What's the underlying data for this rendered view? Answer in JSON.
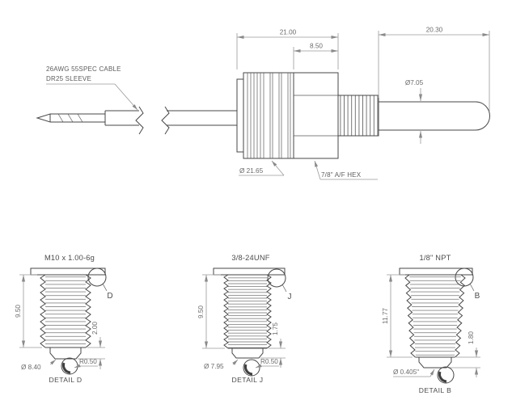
{
  "main_view": {
    "cable_note_line1": "26AWG 55SPEC CABLE",
    "cable_note_line2": "DR25 SLEEVE",
    "dim_body_length": "21.00",
    "dim_hex_width": "8.50",
    "dim_probe_length": "20.30",
    "dim_probe_diameter": "Ø7.05",
    "dim_body_diameter": "Ø 21.65",
    "hex_note": "7/8\" A/F HEX"
  },
  "details": {
    "d": {
      "title": "M10 x 1.00-6g",
      "thread_length": "9.50",
      "tip_length": "2.00",
      "tip_diameter": "Ø 8.40",
      "corner_radius": "R0.50",
      "letter": "D",
      "caption": "DETAIL D"
    },
    "j": {
      "title": "3/8-24UNF",
      "thread_length": "9.50",
      "tip_length": "1.75",
      "tip_diameter": "Ø 7.95",
      "corner_radius": "R0.50",
      "letter": "J",
      "caption": "DETAIL J"
    },
    "b": {
      "title": "1/8\" NPT",
      "thread_length": "11.77",
      "tip_length": "1.80",
      "tip_diameter": "Ø 0.405\"",
      "letter": "B",
      "caption": "DETAIL B"
    }
  }
}
